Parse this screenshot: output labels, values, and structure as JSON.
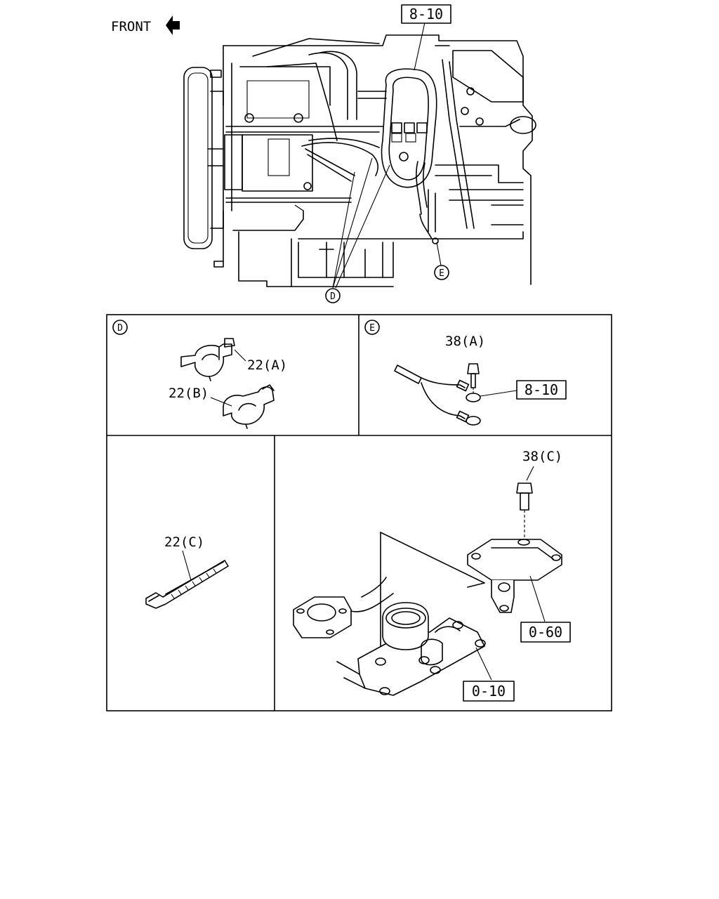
{
  "front_label": "FRONT",
  "callouts": {
    "top_ref": "8-10",
    "detail_d": "D",
    "detail_e": "E"
  },
  "panel_d": {
    "marker": "D",
    "part_a": "22(A)",
    "part_b": "22(B)"
  },
  "panel_e": {
    "marker": "E",
    "bolt": "38(A)",
    "ref": "8-10"
  },
  "panel_tie": {
    "part_c": "22(C)"
  },
  "panel_bracket": {
    "bolt": "38(C)",
    "ref_bracket": "0-60",
    "ref_manifold": "0-10"
  }
}
